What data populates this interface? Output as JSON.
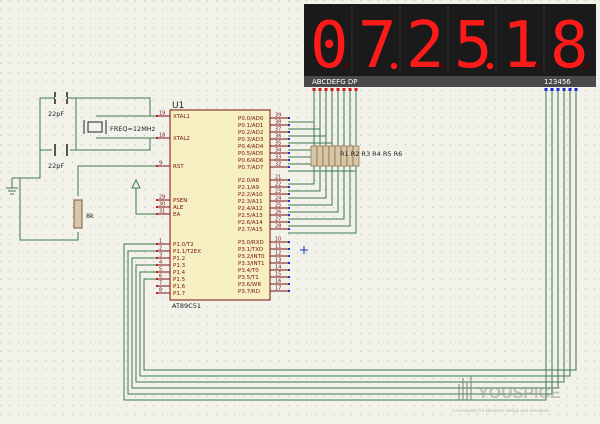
{
  "colors": {
    "background": "#f2f2ea",
    "grid_dot": "#c8c8c0",
    "wire": "#3f7a52",
    "chip_fill": "#f6efc2",
    "chip_border": "#7a1010",
    "pin_text": "#7a1010",
    "display_body": "#1a1a1a",
    "display_digit": "#ff1a1a",
    "display_caption_bg": "#4a4a4a",
    "resistor_fill": "#d8c7a6",
    "pin_dot_blue": "#1a2fd0",
    "pin_dot_red": "#d01a1a"
  },
  "display": {
    "value_digits": [
      "0",
      "7",
      "2",
      "5",
      "1",
      "8"
    ],
    "dp_on": [
      false,
      true,
      false,
      true,
      false,
      false
    ],
    "segment_label": "ABCDEFG  DP",
    "digit_label": "123456"
  },
  "chip": {
    "name": "U1",
    "part": "AT89C51",
    "left_pins": [
      {
        "num": "19",
        "label": "XTAL1"
      },
      {
        "num": "18",
        "label": "XTAL2"
      },
      {
        "num": "9",
        "label": "RST"
      },
      {
        "num": "29",
        "label": "PSEN"
      },
      {
        "num": "30",
        "label": "ALE"
      },
      {
        "num": "31",
        "label": "EA"
      },
      {
        "num": "1",
        "label": "P1.0/T2"
      },
      {
        "num": "2",
        "label": "P1.1/T2EX"
      },
      {
        "num": "3",
        "label": "P1.2"
      },
      {
        "num": "4",
        "label": "P1.3"
      },
      {
        "num": "5",
        "label": "P1.4"
      },
      {
        "num": "6",
        "label": "P1.5"
      },
      {
        "num": "7",
        "label": "P1.6"
      },
      {
        "num": "8",
        "label": "P1.7"
      }
    ],
    "right_pins": [
      {
        "num": "39",
        "label": "P0.0/AD0"
      },
      {
        "num": "38",
        "label": "P0.1/AD1"
      },
      {
        "num": "37",
        "label": "P0.2/AD2"
      },
      {
        "num": "36",
        "label": "P0.3/AD3"
      },
      {
        "num": "35",
        "label": "P0.4/AD4"
      },
      {
        "num": "34",
        "label": "P0.5/AD5"
      },
      {
        "num": "33",
        "label": "P0.6/AD6"
      },
      {
        "num": "32",
        "label": "P0.7/AD7"
      },
      {
        "num": "21",
        "label": "P2.0/A8"
      },
      {
        "num": "22",
        "label": "P2.1/A9"
      },
      {
        "num": "23",
        "label": "P2.2/A10"
      },
      {
        "num": "24",
        "label": "P2.3/A11"
      },
      {
        "num": "25",
        "label": "P2.4/A12"
      },
      {
        "num": "26",
        "label": "P2.5/A13"
      },
      {
        "num": "27",
        "label": "P2.6/A14"
      },
      {
        "num": "28",
        "label": "P2.7/A15"
      },
      {
        "num": "10",
        "label": "P3.0/RXD"
      },
      {
        "num": "11",
        "label": "P3.1/TXD"
      },
      {
        "num": "12",
        "label": "P3.2/INT0"
      },
      {
        "num": "13",
        "label": "P3.3/INT1"
      },
      {
        "num": "14",
        "label": "P3.4/T0"
      },
      {
        "num": "15",
        "label": "P3.5/T1"
      },
      {
        "num": "16",
        "label": "P3.6/WR"
      },
      {
        "num": "17",
        "label": "P3.7/RD"
      }
    ]
  },
  "components": {
    "cap1": "22pF",
    "cap2": "22pF",
    "crystal": "FREQ=12MHz",
    "reset_resistor": "8k",
    "resistor_array": "R1 R2 R3 R4 R5 R6"
  },
  "watermark": {
    "brand": "YOUSPICE",
    "tagline": "A community for electronic design and simulation"
  }
}
